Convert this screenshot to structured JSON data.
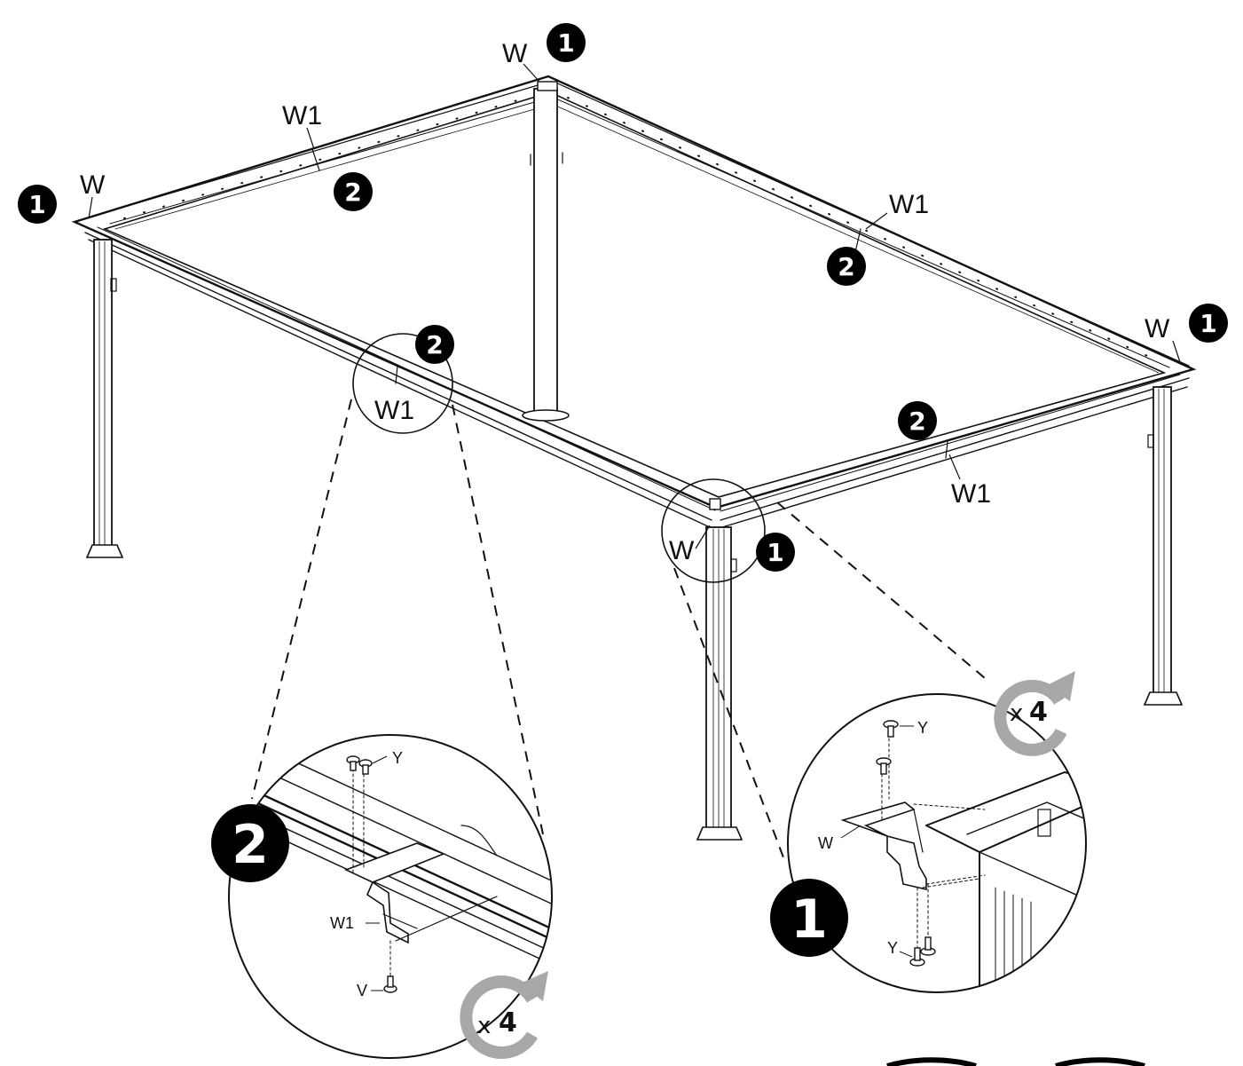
{
  "diagram": {
    "part_labels": {
      "corner_bracket": "W",
      "beam_connector": "W1",
      "screw_y": "Y",
      "screw_v": "V"
    },
    "steps": {
      "one": "1",
      "two": "2"
    },
    "quantity": {
      "prefix": "x",
      "value": "4"
    },
    "colors": {
      "line": "#111111",
      "badge": "#000000",
      "arrow": "#a8a8a8",
      "background": "#ffffff"
    },
    "icons": [
      "step-badge-icon",
      "rotate-clockwise-icon",
      "screw-icon"
    ]
  }
}
